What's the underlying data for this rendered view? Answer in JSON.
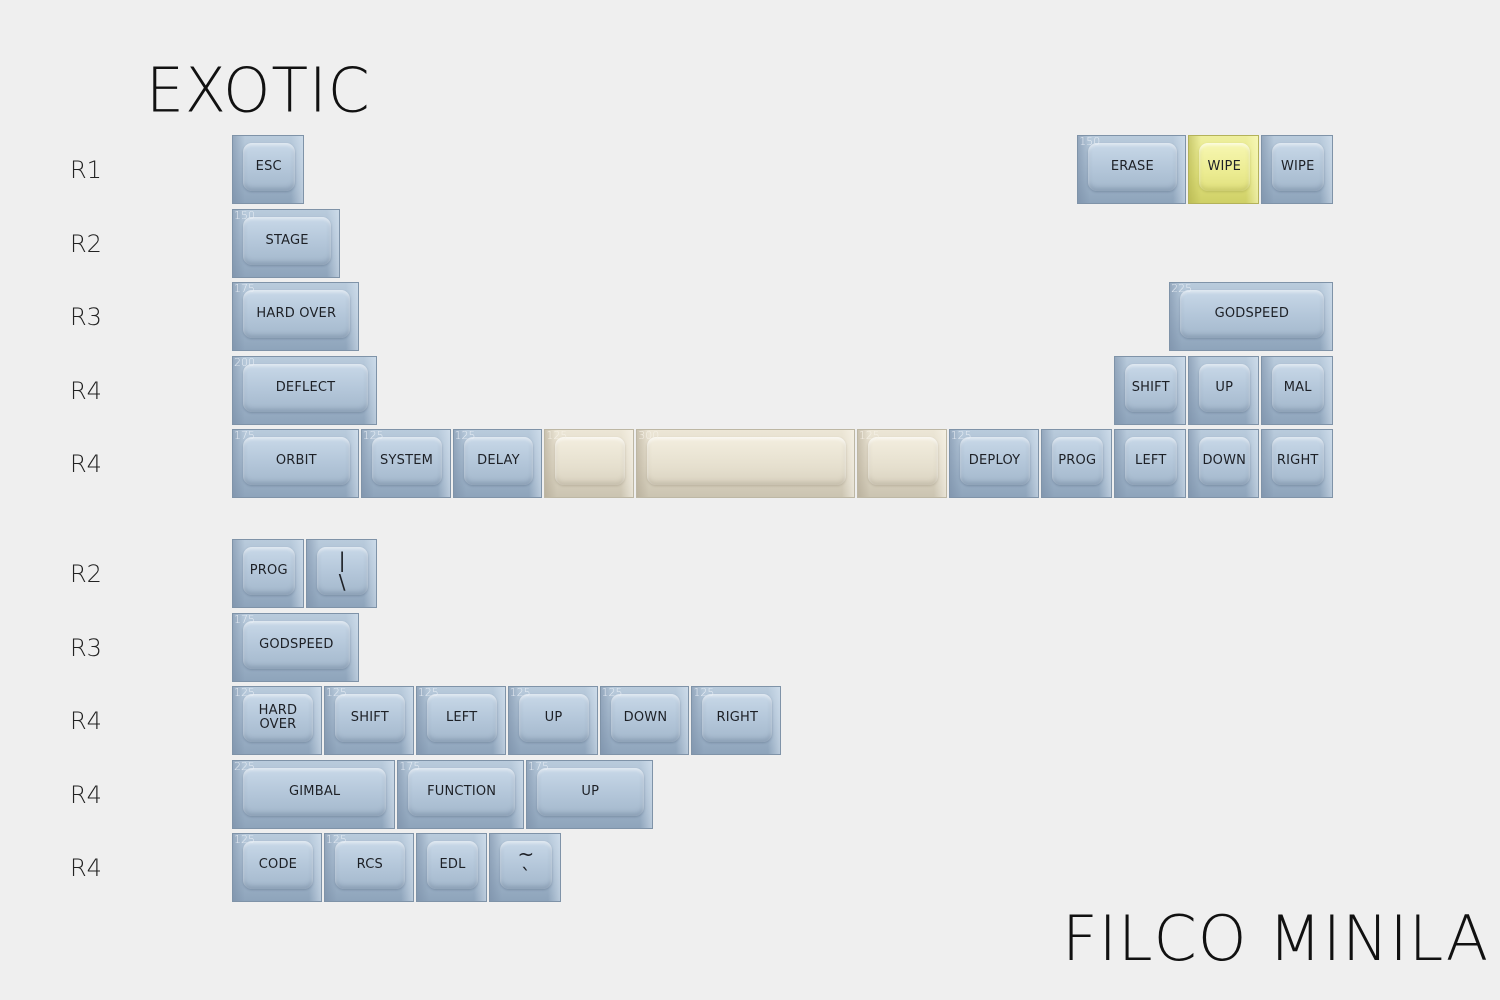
{
  "title": "EXOTIC",
  "footer_title": "FILCO MINILA",
  "colors": {
    "background": "#efefef",
    "key_blue": "#a9bdd1",
    "key_cream": "#e3dccb",
    "key_yellow": "#e8e98a"
  },
  "row_labels": [
    "R1",
    "R2",
    "R3",
    "R4",
    "R4",
    "R2",
    "R3",
    "R4",
    "R4",
    "R4"
  ],
  "keys": [
    {
      "legend": "ESC",
      "size": "",
      "color": "blue"
    },
    {
      "legend": "ERASE",
      "size": "150",
      "color": "blue"
    },
    {
      "legend": "WIPE",
      "size": "",
      "color": "yellow"
    },
    {
      "legend": "WIPE",
      "size": "",
      "color": "blue"
    },
    {
      "legend": "STAGE",
      "size": "150",
      "color": "blue"
    },
    {
      "legend": "HARD OVER",
      "size": "175",
      "color": "blue"
    },
    {
      "legend": "GODSPEED",
      "size": "225",
      "color": "blue"
    },
    {
      "legend": "DEFLECT",
      "size": "200",
      "color": "blue"
    },
    {
      "legend": "SHIFT",
      "size": "",
      "color": "blue"
    },
    {
      "legend": "UP",
      "size": "",
      "color": "blue"
    },
    {
      "legend": "MAL",
      "size": "",
      "color": "blue"
    },
    {
      "legend": "ORBIT",
      "size": "175",
      "color": "blue"
    },
    {
      "legend": "SYSTEM",
      "size": "125",
      "color": "blue"
    },
    {
      "legend": "DELAY",
      "size": "125",
      "color": "blue"
    },
    {
      "legend": "",
      "size": "125",
      "color": "cream"
    },
    {
      "legend": "",
      "size": "300",
      "color": "cream"
    },
    {
      "legend": "",
      "size": "125",
      "color": "cream"
    },
    {
      "legend": "DEPLOY",
      "size": "125",
      "color": "blue"
    },
    {
      "legend": "PROG",
      "size": "",
      "color": "blue"
    },
    {
      "legend": "LEFT",
      "size": "",
      "color": "blue"
    },
    {
      "legend": "DOWN",
      "size": "",
      "color": "blue"
    },
    {
      "legend": "RIGHT",
      "size": "",
      "color": "blue"
    },
    {
      "legend": "PROG",
      "size": "",
      "color": "blue"
    },
    {
      "legend": "|\n\\",
      "size": "",
      "color": "blue"
    },
    {
      "legend": "GODSPEED",
      "size": "175",
      "color": "blue"
    },
    {
      "legend": "HARD\nOVER",
      "size": "125",
      "color": "blue"
    },
    {
      "legend": "SHIFT",
      "size": "125",
      "color": "blue"
    },
    {
      "legend": "LEFT",
      "size": "125",
      "color": "blue"
    },
    {
      "legend": "UP",
      "size": "125",
      "color": "blue"
    },
    {
      "legend": "DOWN",
      "size": "125",
      "color": "blue"
    },
    {
      "legend": "RIGHT",
      "size": "125",
      "color": "blue"
    },
    {
      "legend": "GIMBAL",
      "size": "225",
      "color": "blue"
    },
    {
      "legend": "FUNCTION",
      "size": "175",
      "color": "blue"
    },
    {
      "legend": "UP",
      "size": "175",
      "color": "blue"
    },
    {
      "legend": "CODE",
      "size": "125",
      "color": "blue"
    },
    {
      "legend": "RCS",
      "size": "125",
      "color": "blue"
    },
    {
      "legend": "EDL",
      "size": "",
      "color": "blue"
    },
    {
      "legend": "~\n`",
      "size": "",
      "color": "blue"
    }
  ]
}
